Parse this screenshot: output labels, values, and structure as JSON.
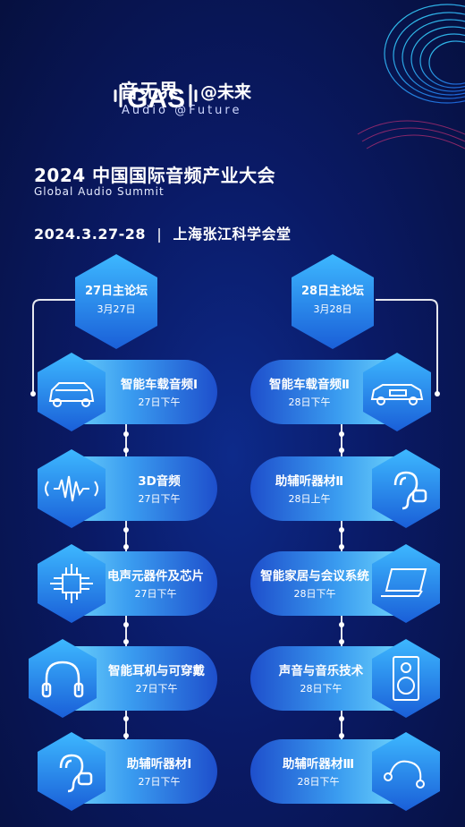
{
  "brand": {
    "logo_text": "GAS",
    "slogan_cn": "音无界",
    "slogan_at": "@未来",
    "slogan_en": "Audio   @Future"
  },
  "event": {
    "title_cn": "2024 中国国际音频产业大会",
    "title_en": "Global Audio Summit",
    "date": "2024.3.27-28",
    "venue": "上海张江科学会堂"
  },
  "left_column": {
    "header": {
      "title": "27日主论坛",
      "date": "3月27日"
    },
    "sessions": [
      {
        "title": "智能车载音频Ⅰ",
        "time": "27日下午",
        "icon": "car-icon"
      },
      {
        "title": "3D音频",
        "time": "27日下午",
        "icon": "sound-wave-icon"
      },
      {
        "title": "电声元器件及芯片",
        "time": "27日下午",
        "icon": "chip-icon"
      },
      {
        "title": "智能耳机与可穿戴",
        "time": "27日下午",
        "icon": "headphone-icon"
      },
      {
        "title": "助辅听器材Ⅰ",
        "time": "27日下午",
        "icon": "hearing-aid-icon"
      }
    ]
  },
  "right_column": {
    "header": {
      "title": "28日主论坛",
      "date": "3月28日"
    },
    "sessions": [
      {
        "title": "智能车载音频Ⅱ",
        "time": "28日下午",
        "icon": "electric-car-icon"
      },
      {
        "title": "助辅听器材Ⅱ",
        "time": "28日上午",
        "icon": "hearing-aid-icon"
      },
      {
        "title": "智能家居与会议系统",
        "time": "28日下午",
        "icon": "laptop-icon"
      },
      {
        "title": "声音与音乐技术",
        "time": "28日下午",
        "icon": "speaker-icon"
      },
      {
        "title": "助辅听器材Ⅲ",
        "time": "28日下午",
        "icon": "earbud-icon"
      }
    ]
  },
  "colors": {
    "background": "#0a1a66",
    "hex_light": "#38b4ff",
    "hex_dark": "#1a5fd8",
    "pill_start": "#7fe6ff",
    "pill_end": "#1e4fcc",
    "accent": "#0e7cff"
  }
}
